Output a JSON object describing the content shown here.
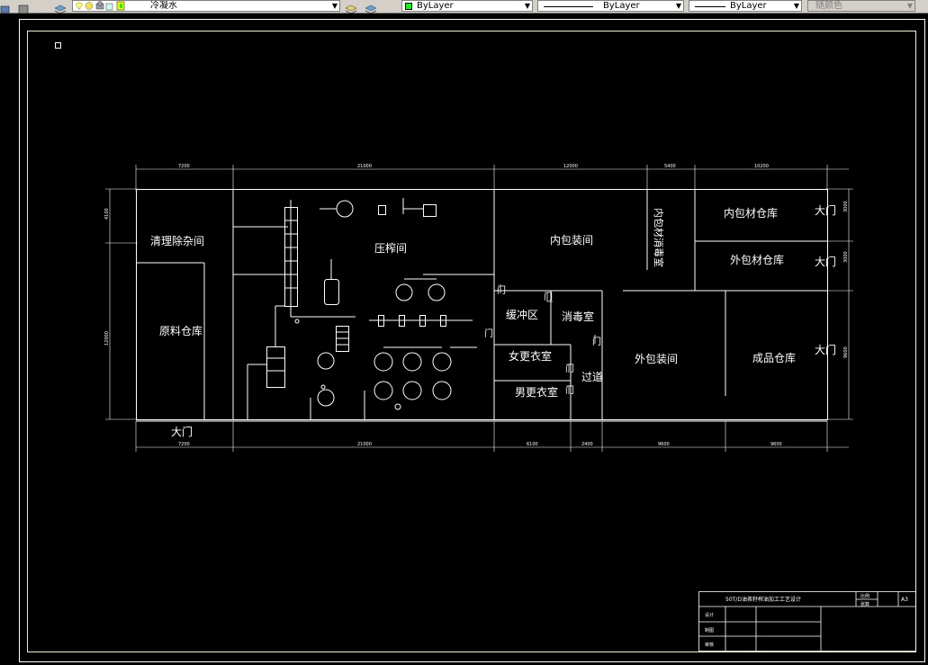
{
  "toolbar": {
    "layer_name": "冷凝水",
    "color_value": "ByLayer",
    "linetype_value": "ByLayer",
    "lineweight_value": "ByLayer",
    "plotstyle_value": "随颜色"
  },
  "drawing": {
    "rooms": {
      "cleaning": "清理除杂间",
      "raw_storage": "原料仓库",
      "press_room": "压榨间",
      "inner_pack": "内包装间",
      "inner_disinfect": "内包材消毒室",
      "inner_material": "内包材仓库",
      "outer_material": "外包材仓库",
      "buffer": "缓冲区",
      "disinfect": "消毒室",
      "female_change": "女更衣室",
      "male_change": "男更衣室",
      "corridor": "过道",
      "outer_pack": "外包装间",
      "product_storage": "成品仓库"
    },
    "gate_label": "大门",
    "door_label": "门",
    "dims": {
      "top": [
        "7200",
        "21000",
        "12000",
        "5400",
        "10200"
      ],
      "bottom": [
        "7200",
        "21000",
        "6100",
        "2400",
        "9600",
        "9600"
      ],
      "left": [
        "4100",
        "12000"
      ],
      "right": [
        "3000",
        "3000",
        "9600"
      ]
    },
    "title_block": {
      "project": "50T/D油茶籽榨油加工工艺设计",
      "size": "A3",
      "ratio_label": "比例",
      "count_label": "张数",
      "rows": [
        "设计",
        "制图",
        "审核"
      ]
    }
  }
}
